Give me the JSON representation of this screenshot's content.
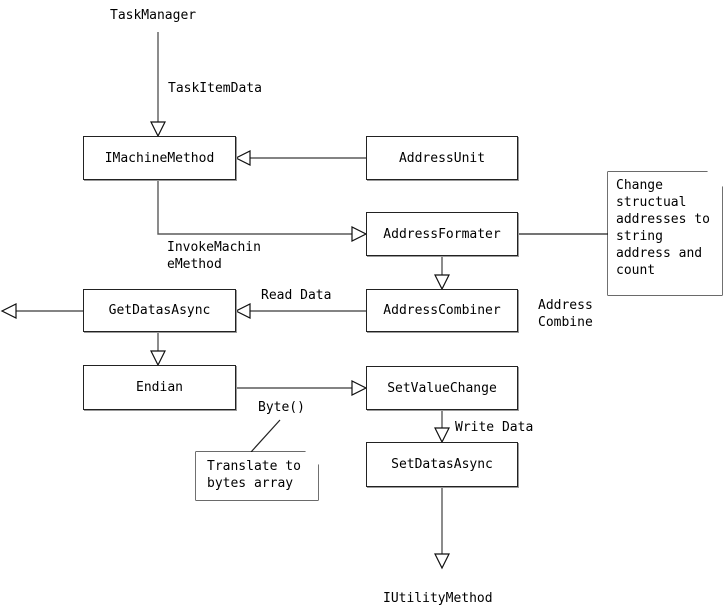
{
  "diagram": {
    "title_text": "TaskManager",
    "footer_text": "IUtilityMethod",
    "nodes": [
      {
        "id": "imachinemethod",
        "label": "IMachineMethod"
      },
      {
        "id": "addressunit",
        "label": "AddressUnit"
      },
      {
        "id": "addressformater",
        "label": "AddressFormater"
      },
      {
        "id": "addresscombiner",
        "label": "AddressCombiner"
      },
      {
        "id": "getdatasasync",
        "label": "GetDatasAsync"
      },
      {
        "id": "endian",
        "label": "Endian"
      },
      {
        "id": "setvaluechange",
        "label": "SetValueChange"
      },
      {
        "id": "setdatasasync",
        "label": "SetDatasAsync"
      }
    ],
    "notes": [
      {
        "id": "note-address",
        "text": "Change\nstructual\naddresses to\nstring\naddress and\ncount"
      },
      {
        "id": "note-translate",
        "text": "Translate to\nbytes array"
      }
    ],
    "edge_labels": [
      {
        "id": "taskitemdata",
        "text": "TaskItemData"
      },
      {
        "id": "invokemachinemethod",
        "text": "InvokeMachin\n  eMethod"
      },
      {
        "id": "readdata",
        "text": "Read Data"
      },
      {
        "id": "addresscombine",
        "text": "Address\nCombine"
      },
      {
        "id": "byte",
        "text": "Byte()"
      },
      {
        "id": "writedata",
        "text": "Write Data"
      }
    ],
    "colors": {
      "stroke": "#5a5a5a",
      "node_border": "#222222",
      "background": "#ffffff",
      "text": "#000000"
    }
  }
}
